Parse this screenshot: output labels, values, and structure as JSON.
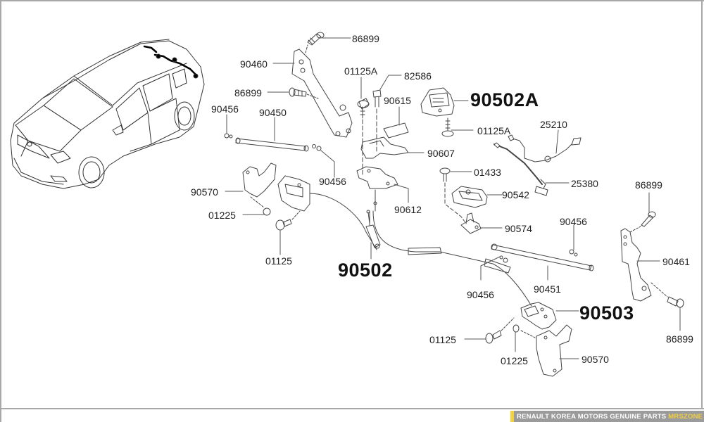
{
  "diagram": {
    "title": "Renault Korea Motors tailgate / back door parts diagram",
    "callouts": [
      {
        "id": "c1",
        "text": "86899",
        "size": "normal"
      },
      {
        "id": "c2",
        "text": "90460",
        "size": "normal"
      },
      {
        "id": "c3",
        "text": "86899",
        "size": "normal"
      },
      {
        "id": "c4",
        "text": "90456",
        "size": "normal"
      },
      {
        "id": "c5",
        "text": "90450",
        "size": "normal"
      },
      {
        "id": "c6",
        "text": "01125A",
        "size": "normal"
      },
      {
        "id": "c7",
        "text": "82586",
        "size": "normal"
      },
      {
        "id": "c8",
        "text": "90615",
        "size": "normal"
      },
      {
        "id": "c9",
        "text": "90502A",
        "size": "big"
      },
      {
        "id": "c10",
        "text": "01125A",
        "size": "normal"
      },
      {
        "id": "c11",
        "text": "25210",
        "size": "normal"
      },
      {
        "id": "c12",
        "text": "90607",
        "size": "normal"
      },
      {
        "id": "c13",
        "text": "90456",
        "size": "normal"
      },
      {
        "id": "c14",
        "text": "01433",
        "size": "normal"
      },
      {
        "id": "c15",
        "text": "25380",
        "size": "normal"
      },
      {
        "id": "c16",
        "text": "90570",
        "size": "normal"
      },
      {
        "id": "c17",
        "text": "90542",
        "size": "normal"
      },
      {
        "id": "c18",
        "text": "90612",
        "size": "normal"
      },
      {
        "id": "c19",
        "text": "86899",
        "size": "normal"
      },
      {
        "id": "c20",
        "text": "01225",
        "size": "normal"
      },
      {
        "id": "c21",
        "text": "90574",
        "size": "normal"
      },
      {
        "id": "c22",
        "text": "90456",
        "size": "normal"
      },
      {
        "id": "c23",
        "text": "01125",
        "size": "normal"
      },
      {
        "id": "c24",
        "text": "90502",
        "size": "big"
      },
      {
        "id": "c25",
        "text": "90461",
        "size": "normal"
      },
      {
        "id": "c26",
        "text": "90456",
        "size": "normal"
      },
      {
        "id": "c27",
        "text": "90451",
        "size": "normal"
      },
      {
        "id": "c28",
        "text": "90503",
        "size": "big"
      },
      {
        "id": "c29",
        "text": "86899",
        "size": "normal"
      },
      {
        "id": "c30",
        "text": "01125",
        "size": "normal"
      },
      {
        "id": "c31",
        "text": "01225",
        "size": "normal"
      },
      {
        "id": "c32",
        "text": "90570",
        "size": "normal"
      }
    ]
  },
  "banner": {
    "text": "RENAULT KOREA MOTORS GENUINE PARTS",
    "brand": "MRSZONE",
    "accent_color": "#f3d03e",
    "background_color": "#9b9b9b"
  },
  "colors": {
    "line": "#444444",
    "frame": "#a8a8a8"
  }
}
